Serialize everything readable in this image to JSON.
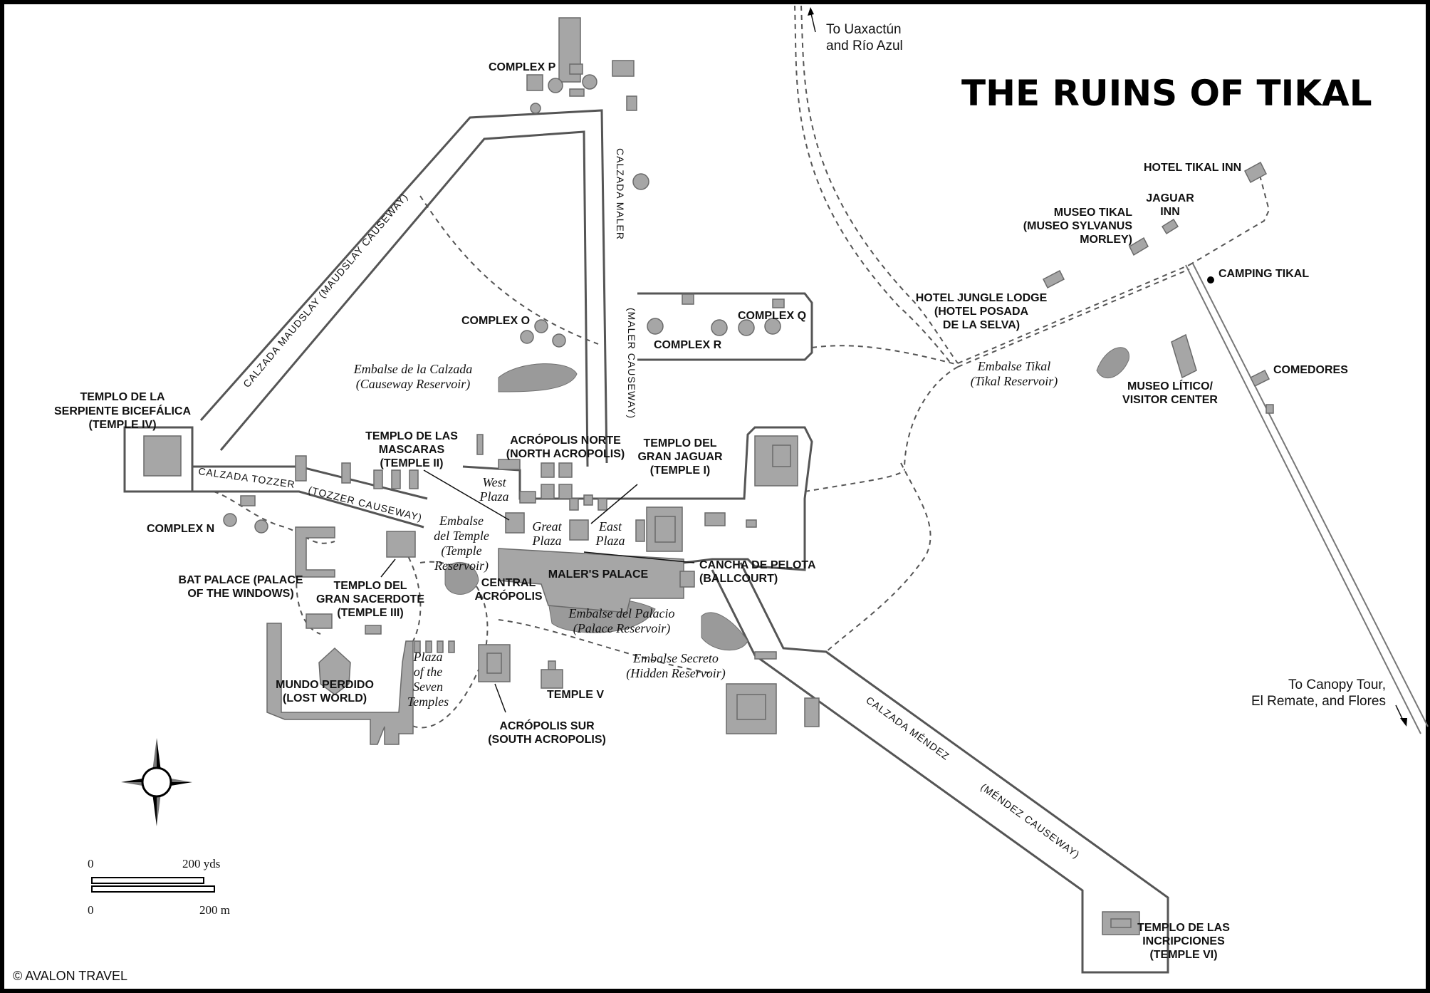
{
  "title": "THE RUINS OF TIKAL",
  "labels": {
    "complex_p": "COMPLEX P",
    "complex_o": "COMPLEX O",
    "complex_q": "COMPLEX Q",
    "complex_r": "COMPLEX R",
    "complex_n": "COMPLEX N",
    "temple_iv_1": "TEMPLO DE LA",
    "temple_iv_2": "SERPIENTE BICEFÁLICA",
    "temple_iv_3": "(TEMPLE IV)",
    "temple_ii_1": "TEMPLO DE LAS",
    "temple_ii_2": "MASCARAS",
    "temple_ii_3": "(TEMPLE II)",
    "north_acro_1": "ACRÓPOLIS NORTE",
    "north_acro_2": "(NORTH ACROPOLIS)",
    "temple_i_1": "TEMPLO DEL",
    "temple_i_2": "GRAN JAGUAR",
    "temple_i_3": "(TEMPLE I)",
    "bat_palace_1": "BAT PALACE (PALACE",
    "bat_palace_2": "OF THE WINDOWS)",
    "temple_iii_1": "TEMPLO DEL",
    "temple_iii_2": "GRAN SACERDOTE",
    "temple_iii_3": "(TEMPLE III)",
    "central_acro_1": "CENTRAL",
    "central_acro_2": "ACRÓPOLIS",
    "malers_palace": "MALER'S PALACE",
    "ballcourt_1": "CANCHA DE PELOTA",
    "ballcourt_2": "(BALLCOURT)",
    "mundo_1": "MUNDO PERDIDO",
    "mundo_2": "(LOST WORLD)",
    "temple_v": "TEMPLE V",
    "south_acro_1": "ACRÓPOLIS SUR",
    "south_acro_2": "(SOUTH ACROPOLIS)",
    "temple_vi_1": "TEMPLO DE LAS",
    "temple_vi_2": "INCRIPCIONES",
    "temple_vi_3": "(TEMPLE VI)",
    "hotel_tikal_inn": "HOTEL TIKAL INN",
    "jaguar_inn_1": "JAGUAR",
    "jaguar_inn_2": "INN",
    "museo_tikal_1": "MUSEO TIKAL",
    "museo_tikal_2": "(MUSEO SYLVANUS",
    "museo_tikal_3": "MORLEY)",
    "camping": "CAMPING TIKAL",
    "jungle_lodge_1": "HOTEL JUNGLE LODGE",
    "jungle_lodge_2": "(HOTEL POSADA",
    "jungle_lodge_3": "DE LA SELVA)",
    "museo_litico_1": "MUSEO LÍTICO/",
    "museo_litico_2": "VISITOR CENTER",
    "comedores": "COMEDORES"
  },
  "places_italic": {
    "west_plaza_1": "West",
    "west_plaza_2": "Plaza",
    "great_plaza_1": "Great",
    "great_plaza_2": "Plaza",
    "east_plaza_1": "East",
    "east_plaza_2": "Plaza",
    "seven_1": "Plaza",
    "seven_2": "of the",
    "seven_3": "Seven",
    "seven_4": "Temples"
  },
  "reservoirs": {
    "calzada_1": "Embalse de la Calzada",
    "calzada_2": "(Causeway Reservoir)",
    "temple_1": "Embalse",
    "temple_2": "del Temple",
    "temple_3": "(Temple",
    "temple_4": "Reservoir)",
    "palacio_1": "Embalse del Palacio",
    "palacio_2": "(Palace Reservoir)",
    "secreto_1": "Embalse Secreto",
    "secreto_2": "(Hidden Reservoir)",
    "tikal_1": "Embalse Tikal",
    "tikal_2": "(Tikal Reservoir)"
  },
  "causeways": {
    "maudslay": "CALZADA MAUDSLAY (MAUDSLAY CAUSEWAY)",
    "maler_1": "CALZADA MALER",
    "maler_2": "(MALER CAUSEWAY)",
    "tozzer_1": "CALZADA TOZZER",
    "tozzer_2": "(TOZZER CAUSEWAY)",
    "mendez_1": "CALZADA MÉNDEZ",
    "mendez_2": "(MÉNDEZ CAUSEWAY)"
  },
  "directions": {
    "uaxactun_1": "To Uaxactún",
    "uaxactun_2": "and Río Azul",
    "canopy_1": "To Canopy Tour,",
    "canopy_2": "El Remate, and Flores"
  },
  "scale": {
    "yds_zero": "0",
    "yds_label": "200 yds",
    "m_zero": "0",
    "m_label": "200 m"
  },
  "copyright": "© AVALON TRAVEL",
  "colors": {
    "building": "#a6a6a6",
    "water": "#9a9a9a",
    "road": "#555555",
    "text": "#111111"
  }
}
